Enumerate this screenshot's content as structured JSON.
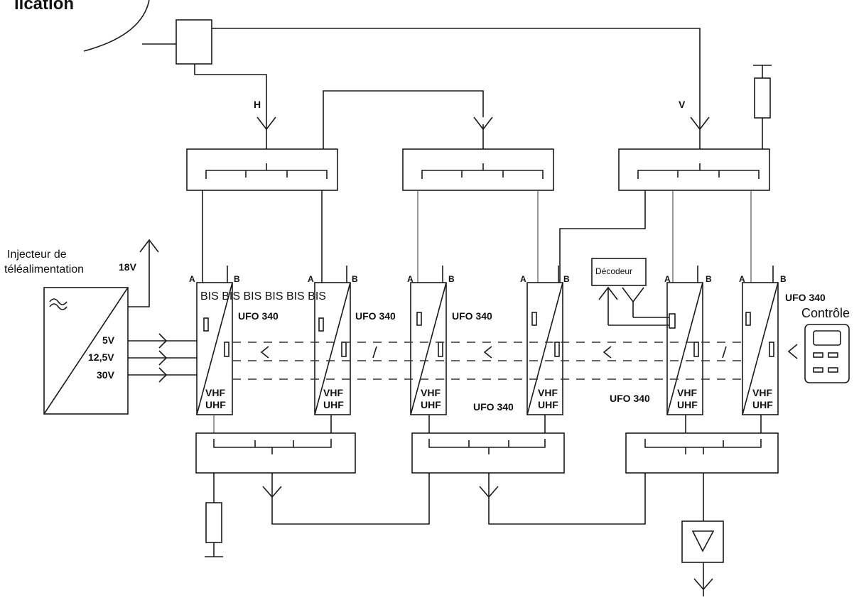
{
  "title": "lication",
  "labels": {
    "h": "H",
    "v": "V",
    "injecteur_line1": "Injecteur de",
    "injecteur_line2": "téléalimentation",
    "v18": "18V",
    "v5": "5V",
    "v12": "12,5V",
    "v30": "30V",
    "decodeur": "Décodeur",
    "controle": "Contrôle",
    "bis_row": "BIS BIS BIS BIS BIS BIS",
    "a": "A",
    "b": "B",
    "vhf": "VHF",
    "uhf": "UHF",
    "ufo": "UFO 340"
  },
  "modules": [
    {
      "name": "module-1"
    },
    {
      "name": "module-2"
    },
    {
      "name": "module-3"
    },
    {
      "name": "module-4"
    },
    {
      "name": "module-5"
    },
    {
      "name": "module-6"
    }
  ],
  "icons": [
    "splitter-icon",
    "terminator-icon",
    "amplifier-icon",
    "antenna-arrow-icon",
    "ac-power-icon",
    "remote-control-icon"
  ]
}
